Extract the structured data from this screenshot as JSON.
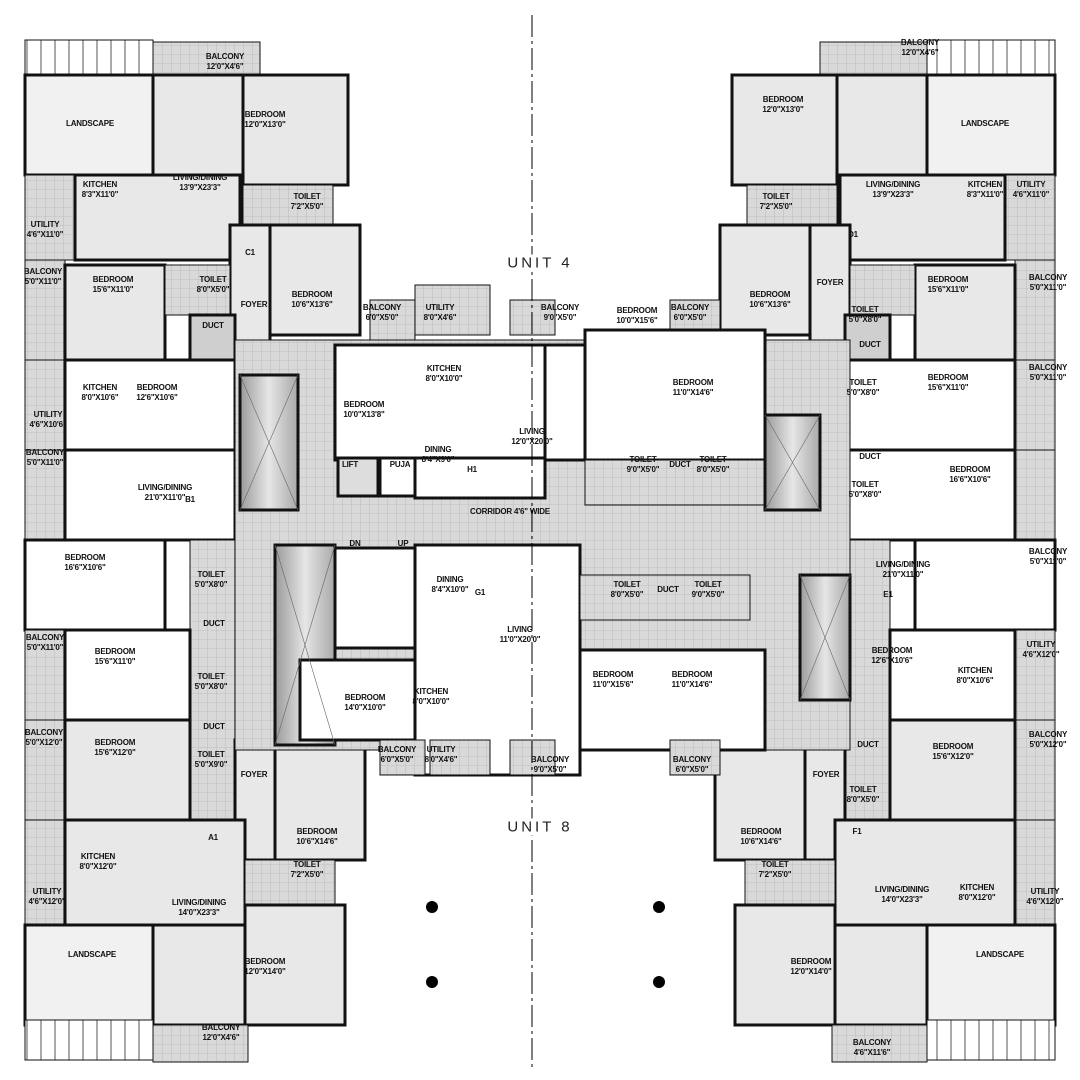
{
  "units": [
    {
      "label": "UNIT 4"
    },
    {
      "label": "UNIT 8"
    }
  ],
  "rooms": [
    {
      "name": "BALCONY",
      "size": "12'0\"X4'6\""
    },
    {
      "name": "LANDSCAPE",
      "size": ""
    },
    {
      "name": "BEDROOM",
      "size": "12'0\"X13'0\""
    },
    {
      "name": "KITCHEN",
      "size": "8'3\"X11'0\""
    },
    {
      "name": "LIVING/DINING",
      "size": "13'9\"X23'3\""
    },
    {
      "name": "TOILET",
      "size": "7'2\"X5'0\""
    },
    {
      "name": "UTILITY",
      "size": "4'6\"X11'0\""
    },
    {
      "name": "C1",
      "size": ""
    },
    {
      "name": "BALCONY",
      "size": "5'0\"X11'0\""
    },
    {
      "name": "BEDROOM",
      "size": "15'6\"X11'0\""
    },
    {
      "name": "TOILET",
      "size": "8'0\"X5'0\""
    },
    {
      "name": "FOYER",
      "size": ""
    },
    {
      "name": "BEDROOM",
      "size": "10'6\"X13'6\""
    },
    {
      "name": "DUCT",
      "size": ""
    },
    {
      "name": "BALCONY",
      "size": "6'0\"X5'0\""
    },
    {
      "name": "UTILITY",
      "size": "8'0\"X4'6\""
    },
    {
      "name": "BALCONY",
      "size": "9'0\"X5'0\""
    },
    {
      "name": "BEDROOM",
      "size": "10'0\"X15'6\""
    },
    {
      "name": "BALCONY",
      "size": "6'0\"X5'0\""
    },
    {
      "name": "KITCHEN",
      "size": "8'0\"X10'6\""
    },
    {
      "name": "BEDROOM",
      "size": "12'6\"X10'6\""
    },
    {
      "name": "KITCHEN",
      "size": "8'0\"X10'0\""
    },
    {
      "name": "BEDROOM",
      "size": "10'0\"X13'8\""
    },
    {
      "name": "BEDROOM",
      "size": "11'0\"X14'6\""
    },
    {
      "name": "LIVING",
      "size": "12'0\"X20'0\""
    },
    {
      "name": "UTILITY",
      "size": "4'6\"X10'6\""
    },
    {
      "name": "BALCONY",
      "size": "5'0\"X11'0\""
    },
    {
      "name": "LIFT",
      "size": ""
    },
    {
      "name": "PUJA",
      "size": ""
    },
    {
      "name": "DINING",
      "size": "8'4\"X9'0\""
    },
    {
      "name": "H1",
      "size": ""
    },
    {
      "name": "TOILET",
      "size": "9'0\"X5'0\""
    },
    {
      "name": "DUCT",
      "size": ""
    },
    {
      "name": "TOILET",
      "size": "8'0\"X5'0\""
    },
    {
      "name": "LIVING/DINING",
      "size": "21'0\"X11'0\""
    },
    {
      "name": "B1",
      "size": ""
    },
    {
      "name": "CORRIDOR 4'6\" WIDE",
      "size": ""
    },
    {
      "name": "DN",
      "size": ""
    },
    {
      "name": "UP",
      "size": ""
    },
    {
      "name": "BEDROOM",
      "size": "16'6\"X10'6\""
    },
    {
      "name": "TOILET",
      "size": "5'0\"X8'0\""
    },
    {
      "name": "DUCT",
      "size": ""
    },
    {
      "name": "DINING",
      "size": "8'4\"X10'0\""
    },
    {
      "name": "G1",
      "size": ""
    },
    {
      "name": "LIVING",
      "size": "11'0\"X20'0\""
    },
    {
      "name": "TOILET",
      "size": "8'0\"X5'0\""
    },
    {
      "name": "DUCT",
      "size": ""
    },
    {
      "name": "TOILET",
      "size": "9'0\"X5'0\""
    },
    {
      "name": "BALCONY",
      "size": "5'0\"X11'0\""
    },
    {
      "name": "BEDROOM",
      "size": "15'6\"X11'0\""
    },
    {
      "name": "TOILET",
      "size": "5'0\"X8'0\""
    },
    {
      "name": "DUCT",
      "size": ""
    },
    {
      "name": "BEDROOM",
      "size": "14'0\"X10'0\""
    },
    {
      "name": "KITCHEN",
      "size": "8'0\"X10'0\""
    },
    {
      "name": "BEDROOM",
      "size": "11'0\"X15'6\""
    },
    {
      "name": "BEDROOM",
      "size": "11'0\"X14'6\""
    },
    {
      "name": "BALCONY",
      "size": "5'0\"X12'0\""
    },
    {
      "name": "BEDROOM",
      "size": "15'6\"X12'0\""
    },
    {
      "name": "TOILET",
      "size": "5'0\"X9'0\""
    },
    {
      "name": "FOYER",
      "size": ""
    },
    {
      "name": "BALCONY",
      "size": "6'0\"X5'0\""
    },
    {
      "name": "UTILITY",
      "size": "8'0\"X4'6\""
    },
    {
      "name": "BALCONY",
      "size": "9'0\"X5'0\""
    },
    {
      "name": "BALCONY",
      "size": "6'0\"X5'0\""
    },
    {
      "name": "BEDROOM",
      "size": "10'6\"X14'6\""
    },
    {
      "name": "A1",
      "size": ""
    },
    {
      "name": "KITCHEN",
      "size": "8'0\"X12'0\""
    },
    {
      "name": "TOILET",
      "size": "7'2\"X5'0\""
    },
    {
      "name": "UTILITY",
      "size": "4'6\"X12'0\""
    },
    {
      "name": "LIVING/DINING",
      "size": "14'0\"X23'3\""
    },
    {
      "name": "BEDROOM",
      "size": "12'0\"X14'0\""
    },
    {
      "name": "LANDSCAPE",
      "size": ""
    },
    {
      "name": "BALCONY",
      "size": "12'0\"X4'6\""
    },
    {
      "name": "BALCONY",
      "size": "12'0\"X4'6\""
    },
    {
      "name": "LANDSCAPE",
      "size": ""
    },
    {
      "name": "BEDROOM",
      "size": "12'0\"X13'0\""
    },
    {
      "name": "TOILET",
      "size": "7'2\"X5'0\""
    },
    {
      "name": "LIVING/DINING",
      "size": "13'9\"X23'3\""
    },
    {
      "name": "KITCHEN",
      "size": "8'3\"X11'0\""
    },
    {
      "name": "UTILITY",
      "size": "4'6\"X11'0\""
    },
    {
      "name": "D1",
      "size": ""
    },
    {
      "name": "BEDROOM",
      "size": "10'6\"X13'6\""
    },
    {
      "name": "FOYER",
      "size": ""
    },
    {
      "name": "BEDROOM",
      "size": "15'6\"X11'0\""
    },
    {
      "name": "BALCONY",
      "size": "5'0\"X11'0\""
    },
    {
      "name": "TOILET",
      "size": "5'0\"X8'0\""
    },
    {
      "name": "DUCT",
      "size": ""
    },
    {
      "name": "TOILET",
      "size": "5'0\"X8'0\""
    },
    {
      "name": "BEDROOM",
      "size": "15'6\"X11'0\""
    },
    {
      "name": "BALCONY",
      "size": "5'0\"X11'0\""
    },
    {
      "name": "DUCT",
      "size": ""
    },
    {
      "name": "TOILET",
      "size": "5'0\"X8'0\""
    },
    {
      "name": "BEDROOM",
      "size": "16'6\"X10'6\""
    },
    {
      "name": "LIVING/DINING",
      "size": "21'0\"X11'0\""
    },
    {
      "name": "E1",
      "size": ""
    },
    {
      "name": "BALCONY",
      "size": "5'0\"X11'0\""
    },
    {
      "name": "BEDROOM",
      "size": "12'6\"X10'6\""
    },
    {
      "name": "KITCHEN",
      "size": "8'0\"X10'6\""
    },
    {
      "name": "UTILITY",
      "size": "4'6\"X12'0\""
    },
    {
      "name": "DUCT",
      "size": ""
    },
    {
      "name": "TOILET",
      "size": "8'0\"X5'0\""
    },
    {
      "name": "BEDROOM",
      "size": "15'6\"X12'0\""
    },
    {
      "name": "BALCONY",
      "size": "5'0\"X12'0\""
    },
    {
      "name": "FOYER",
      "size": ""
    },
    {
      "name": "BEDROOM",
      "size": "10'6\"X14'6\""
    },
    {
      "name": "F1",
      "size": ""
    },
    {
      "name": "TOILET",
      "size": "7'2\"X5'0\""
    },
    {
      "name": "LIVING/DINING",
      "size": "14'0\"X23'3\""
    },
    {
      "name": "KITCHEN",
      "size": "8'0\"X12'0\""
    },
    {
      "name": "UTILITY",
      "size": "4'6\"X12'0\""
    },
    {
      "name": "BEDROOM",
      "size": "12'0\"X14'0\""
    },
    {
      "name": "LANDSCAPE",
      "size": ""
    },
    {
      "name": "BALCONY",
      "size": "4'6\"X11'6\""
    }
  ]
}
